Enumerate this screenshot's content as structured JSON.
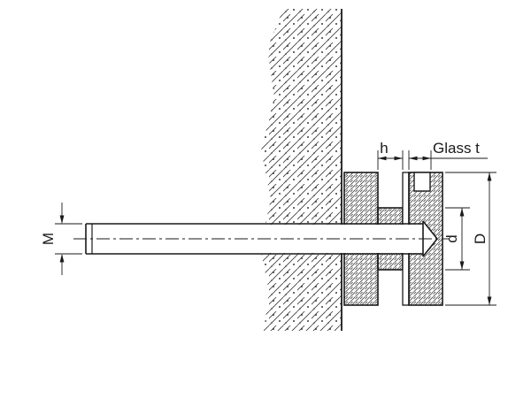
{
  "labels": {
    "thread": "M",
    "height": "h",
    "glass_thickness": "Glass t",
    "inner_diameter": "d",
    "outer_diameter": "D"
  },
  "colors": {
    "line": "#1a1a1a",
    "background": "#ffffff",
    "hatch": "#3a3a3a"
  }
}
